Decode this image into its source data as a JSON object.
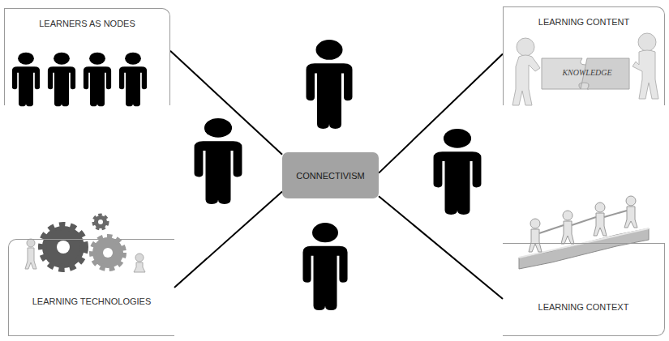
{
  "diagram": {
    "nodes": [
      {
        "text": [
          "LEARNERS AS NODES"
        ]
      },
      {
        "text": [
          "LEARNING CONTENT"
        ]
      },
      {
        "text": [
          "CONNECTIVISM"
        ]
      },
      {
        "text": [
          "LEARNING TECHNOLOGIES"
        ]
      },
      {
        "text": [
          "LEARNING CONTEXT"
        ]
      }
    ],
    "edges": [
      {
        "from": 2,
        "to": 0,
        "arrow": "none"
      },
      {
        "from": 2,
        "to": 1,
        "arrow": "none"
      },
      {
        "from": 2,
        "to": 3,
        "arrow": "none"
      },
      {
        "from": 2,
        "to": 4,
        "arrow": "none"
      }
    ],
    "labels": [
      "KNOWLEDGE"
    ]
  }
}
